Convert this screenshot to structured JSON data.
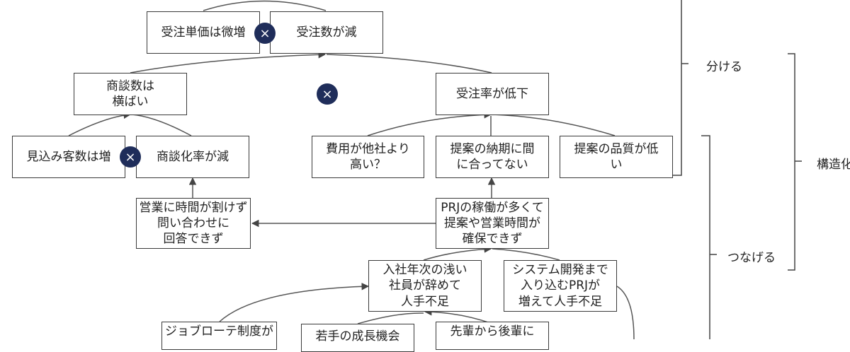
{
  "nodes": {
    "n1": "受注単価は微増",
    "n2": "受注数が減",
    "n3": "商談数は\n横ばい",
    "n4": "受注率が低下",
    "n5": "見込み客数は増",
    "n6": "商談化率が減",
    "n7": "費用が他社より\n高い？",
    "n8": "提案の納期に間\nに合ってない",
    "n9": "提案の品質が低\nい",
    "n10": "営業に時間が割けず\n問い合わせに\n回答できず",
    "n11": "PRJの稼働が多くて\n提案や営業時間が\n確保できず",
    "n12": "入社年次の浅い\n社員が辞めて\n人手不足",
    "n13": "システム開発まで\n入り込むPRJが\n増えて人手不足",
    "n14": "ジョブローテ制度が",
    "n15": "若手の成長機会",
    "n16": "先輩から後輩に"
  },
  "operator_symbol": "×",
  "side_labels": {
    "split": "分ける",
    "connect": "つなげる",
    "structure": "構造化"
  }
}
